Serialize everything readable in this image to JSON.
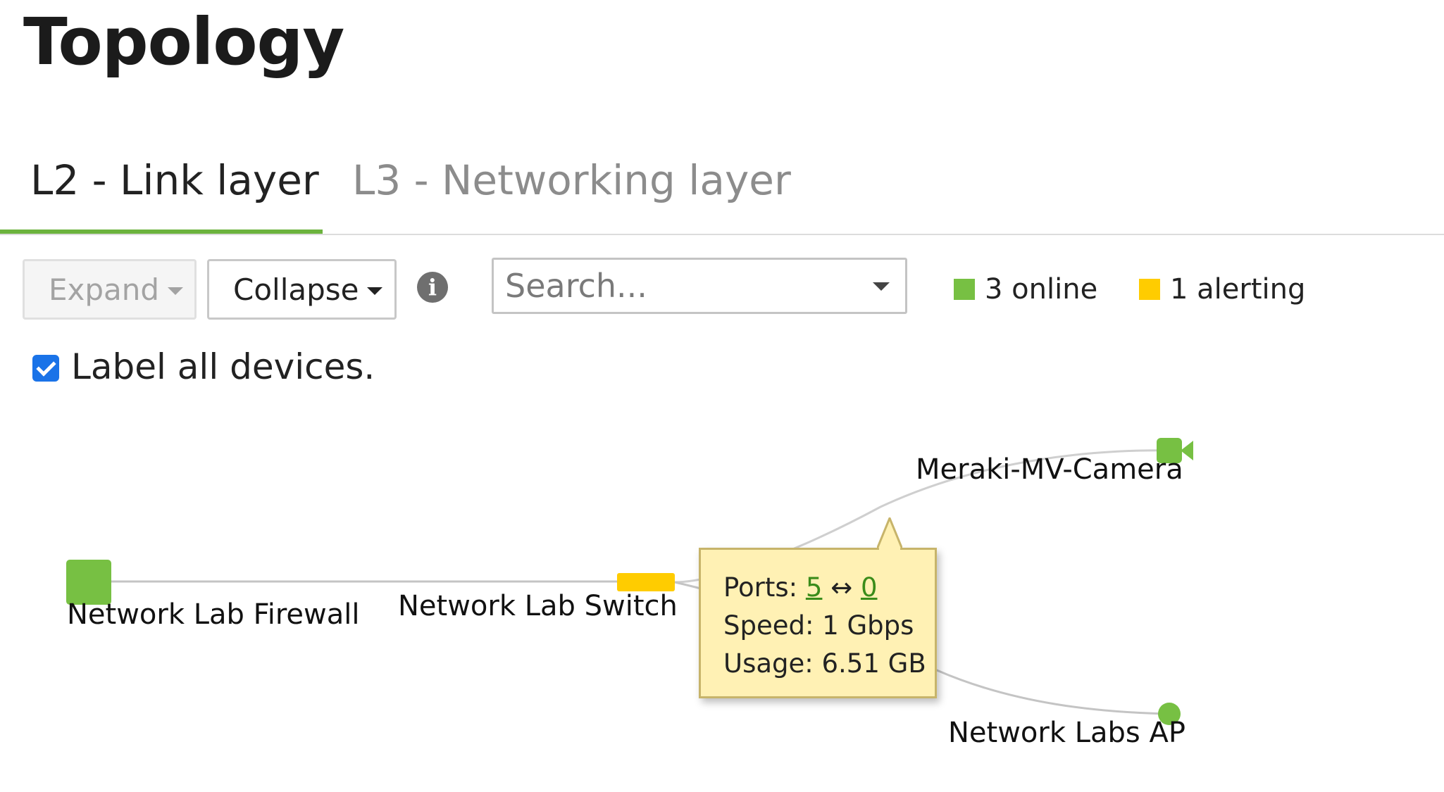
{
  "page": {
    "title": "Topology"
  },
  "tabs": [
    {
      "label": "L2 - Link layer",
      "active": true
    },
    {
      "label": "L3 - Networking layer",
      "active": false
    }
  ],
  "toolbar": {
    "expand_label": "Expand",
    "collapse_label": "Collapse",
    "info_glyph": "i",
    "search_placeholder": "Search...",
    "search_value": ""
  },
  "legend": {
    "online": {
      "label": "3 online",
      "color": "#77c043"
    },
    "alerting": {
      "label": "1 alerting",
      "color": "#ffcc00"
    }
  },
  "options": {
    "label_all_devices": {
      "label": "Label all devices.",
      "checked": true
    }
  },
  "topology": {
    "nodes": [
      {
        "name": "Network Lab Firewall",
        "status": "online",
        "icon": "square-node-icon"
      },
      {
        "name": "Network Lab Switch",
        "status": "alerting",
        "icon": "switch-node-icon"
      },
      {
        "name": "Meraki-MV-Camera",
        "status": "online",
        "icon": "camera-icon"
      },
      {
        "name": "Network Labs AP",
        "status": "online",
        "icon": "circle-node-icon"
      }
    ],
    "tooltip": {
      "ports_label": "Ports:",
      "port_a": "5",
      "port_arrow": "↔",
      "port_b": "0",
      "speed": "Speed: 1 Gbps",
      "usage": "Usage: 6.51 GB"
    }
  },
  "colors": {
    "accent": "#6cb33e",
    "online": "#77c043",
    "alerting": "#ffcc00",
    "link": "#c8c8c8",
    "tooltip_bg": "#fff1b4",
    "tooltip_border": "#c7b46a"
  }
}
